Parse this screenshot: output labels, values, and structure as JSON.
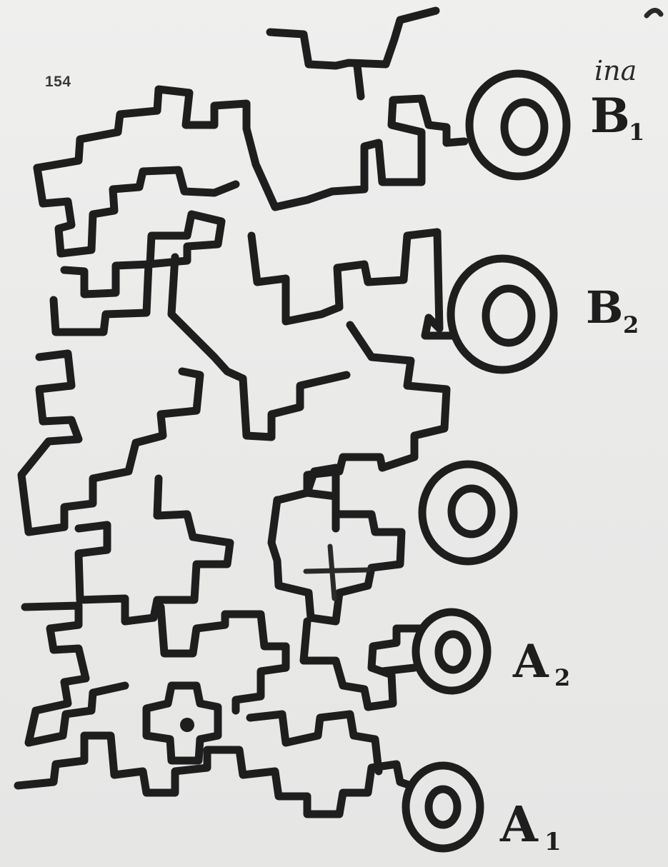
{
  "page": {
    "number": "154",
    "note_top": "ina"
  },
  "labels": [
    {
      "id": "B1",
      "letter": "B",
      "sub": "1"
    },
    {
      "id": "B2",
      "letter": "B",
      "sub": "2"
    },
    {
      "id": "A2",
      "letter": "A",
      "sub": "2"
    },
    {
      "id": "A1",
      "letter": "A",
      "sub": "1"
    }
  ],
  "colors": {
    "ink": "#1e1e1e",
    "paper": "#ebebea"
  }
}
